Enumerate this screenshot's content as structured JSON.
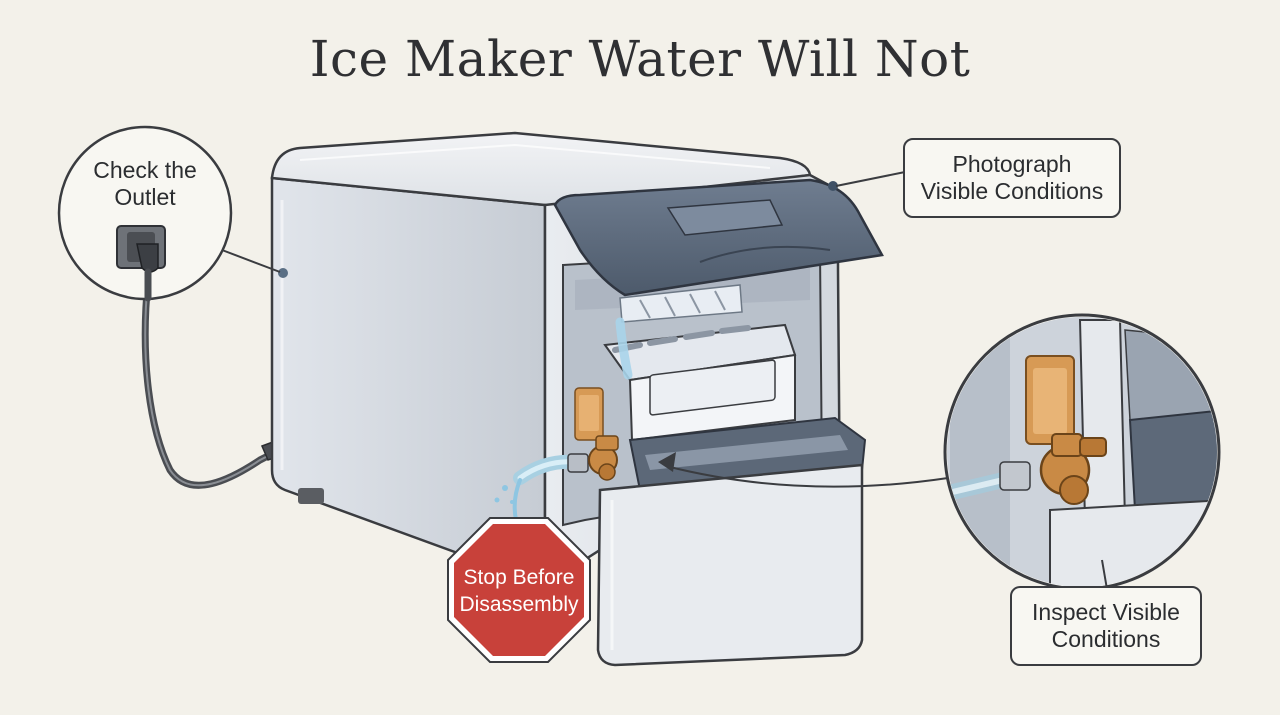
{
  "title": "Ice Maker Water Will Not",
  "callouts": {
    "outlet": {
      "line1": "Check the",
      "line2": "Outlet"
    },
    "photograph": {
      "line1": "Photograph",
      "line2": "Visible Conditions"
    },
    "inspect": {
      "line1": "Inspect Visible",
      "line2": "Conditions"
    },
    "stop": {
      "line1": "Stop Before",
      "line2": "Disassembly"
    }
  },
  "icons": [
    "plug-icon",
    "wall-outlet-icon",
    "stop-sign-icon",
    "water-valve-icon",
    "magnifier-inset-icon"
  ],
  "colors": {
    "background": "#f3f1ea",
    "ink": "#3a3c40",
    "stop_red": "#c8413a",
    "lid_blue": "#56657a",
    "valve_brass": "#c98a45"
  }
}
